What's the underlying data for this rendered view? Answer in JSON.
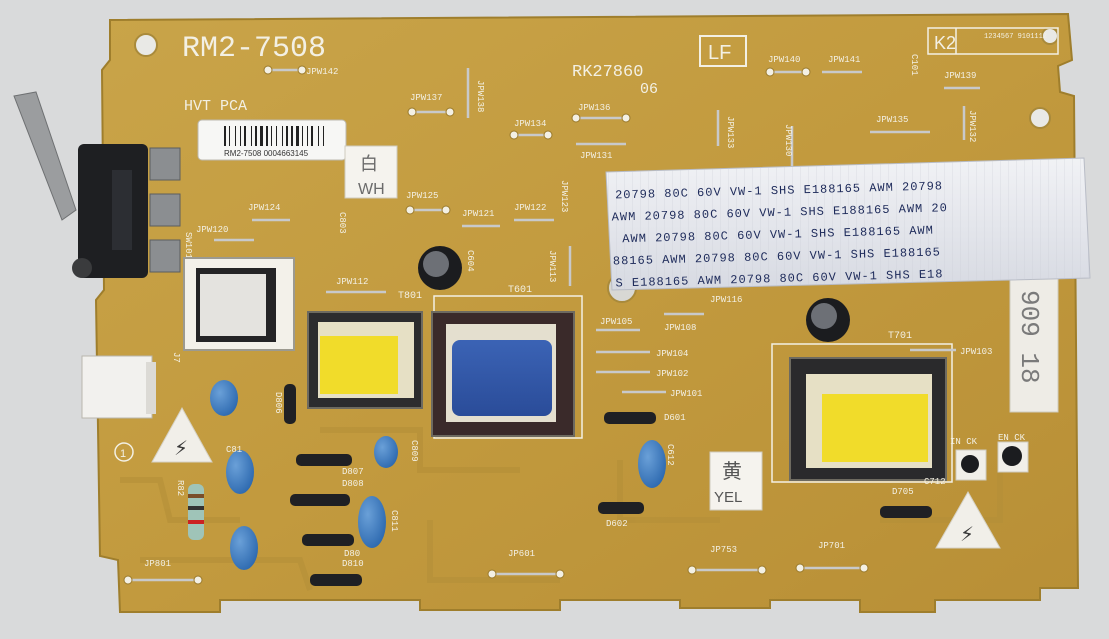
{
  "board": {
    "part_number": "RM2-7508",
    "name": "HVT PCA",
    "rk_code": "RK27860",
    "rk_rev": "06",
    "lf_mark": "LF",
    "k_mark": "K2",
    "k_digits": "1234567 9101112",
    "wh_cn": "白",
    "wh": "WH",
    "yel_cn": "黄",
    "yel": "YEL",
    "side_marking": "909 18",
    "warning_glyph": "⚡",
    "pin1": "1"
  },
  "barcode_label": {
    "text": "RM2-7508  0004663145"
  },
  "cable": {
    "lines": [
      "20798  80C  60V  VW-1        SHS  E188165   AWM  20798",
      "AWM  20798  80C  60V  VW-1        SHS  E188165   AWM  20",
      "AWM  20798  80C  60V  VW-1        SHS  E188165   AWM",
      "88165   AWM  20798  80C  60V  VW-1        SHS  E188165",
      "S E188165   AWM  20798  80C  60V  VW-1         SHS  E18"
    ]
  },
  "labels": {
    "jpw142": "JPW142",
    "jpw137": "JPW137",
    "jpw138": "JPW138",
    "jpw136": "JPW136",
    "jpw134": "JPW134",
    "jpw131": "JPW131",
    "jpw133": "JPW133",
    "jpw130": "JPW130",
    "jpw140": "JPW140",
    "jpw141": "JPW141",
    "jpw139": "JPW139",
    "jpw135": "JPW135",
    "jpw132": "JPW132",
    "jpw125": "JPW125",
    "jpw124": "JPW124",
    "jpw120": "JPW120",
    "jpw121": "JPW121",
    "jpw122": "JPW122",
    "jpw123": "JPW123",
    "jpw113": "JPW113",
    "jpw112": "JPW112",
    "jpw105": "JPW105",
    "jpw104": "JPW104",
    "jpw102": "JPW102",
    "jpw101": "JPW101",
    "jpw108": "JPW108",
    "jpw116": "JPW116",
    "jpw103": "JPW103",
    "t801": "T801",
    "t601": "T601",
    "t701": "T701",
    "c803": "C803",
    "c604": "C604",
    "c101": "C101",
    "c612": "C612",
    "c809": "C809",
    "c811": "C811",
    "c81": "C81",
    "c712": "C712",
    "d806": "D806",
    "d807": "D807",
    "d808": "D808",
    "d810": "D810",
    "d80": "D80",
    "d601": "D601",
    "d602": "D602",
    "d705": "D705",
    "sw101": "SW101",
    "j7": "J7",
    "r82": "R82",
    "jp801": "JP801",
    "jp601": "JP601",
    "jp753": "JP753",
    "jp701": "JP701",
    "in_ck": "IN CK",
    "en_ck": "EN CK"
  }
}
